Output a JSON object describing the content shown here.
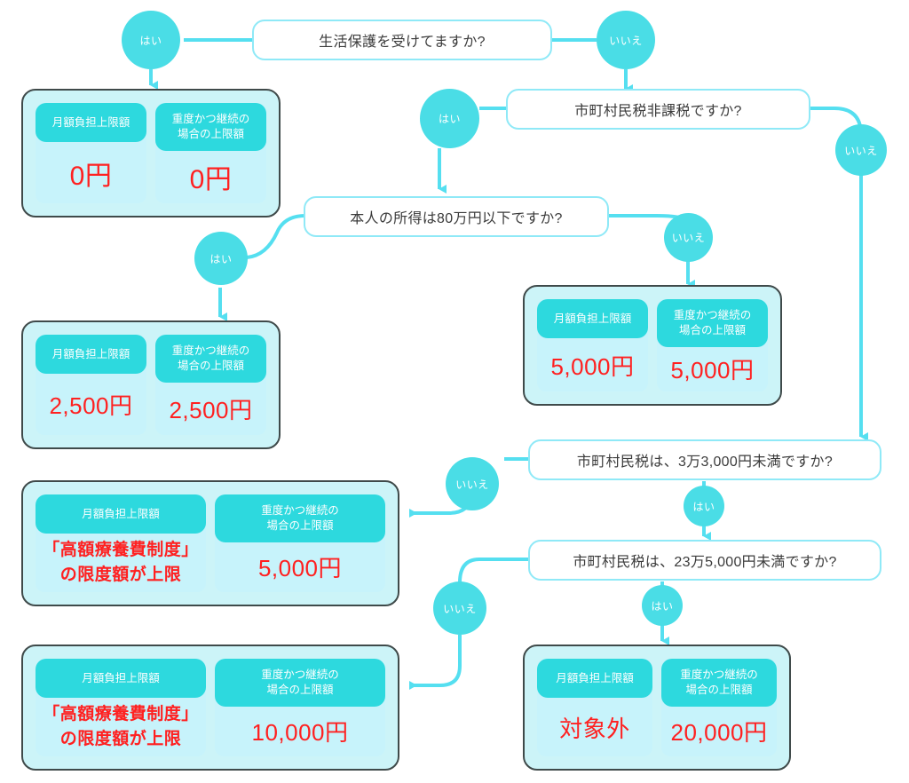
{
  "meta": {
    "title": "自立支援医療（精神通院医療）自己負担上限額 判定フローチャート",
    "colors": {
      "accent": "#4ADDE6",
      "wire": "#55DFF0",
      "qbox_border": "#8FE9F7",
      "card_bg": "#CCF4F8",
      "card_border": "#3f4a4a",
      "pill_bg": "#2DD9DE",
      "value_red": "#FF2020",
      "text": "#3b3b3b"
    }
  },
  "labels": {
    "yes": "はい",
    "no": "いいえ",
    "head_monthly": "月額負担上限額",
    "head_severe": "重度かつ継続の\n場合の上限額",
    "head_severe_line1": "重度かつ継続の",
    "head_severe_line2": "場合の上限額",
    "high_cost_line1": "「高額療養費制度」",
    "high_cost_line2": "の限度額が上限"
  },
  "questions": [
    {
      "id": "q1",
      "text": "生活保護を受けてますか?"
    },
    {
      "id": "q2",
      "text": "市町村民税非課税ですか?"
    },
    {
      "id": "q3",
      "text": "本人の所得は80万円以下ですか?"
    },
    {
      "id": "q4",
      "text": "市町村民税は、3万3,000円未満ですか?"
    },
    {
      "id": "q5",
      "text": "市町村民税は、23万5,000円未満ですか?"
    }
  ],
  "results": [
    {
      "id": "r1",
      "monthly_label": "月額負担上限額",
      "monthly_value": "0円",
      "severe_label_line1": "重度かつ継続の",
      "severe_label_line2": "場合の上限額",
      "severe_value": "0円"
    },
    {
      "id": "r2",
      "monthly_label": "月額負担上限額",
      "monthly_value": "2,500円",
      "severe_label_line1": "重度かつ継続の",
      "severe_label_line2": "場合の上限額",
      "severe_value": "2,500円"
    },
    {
      "id": "r3",
      "monthly_label": "月額負担上限額",
      "monthly_value": "5,000円",
      "severe_label_line1": "重度かつ継続の",
      "severe_label_line2": "場合の上限額",
      "severe_value": "5,000円"
    },
    {
      "id": "r4",
      "monthly_label": "月額負担上限額",
      "monthly_value_line1": "「高額療養費制度」",
      "monthly_value_line2": "の限度額が上限",
      "severe_label_line1": "重度かつ継続の",
      "severe_label_line2": "場合の上限額",
      "severe_value": "5,000円"
    },
    {
      "id": "r5",
      "monthly_label": "月額負担上限額",
      "monthly_value_line1": "「高額療養費制度」",
      "monthly_value_line2": "の限度額が上限",
      "severe_label_line1": "重度かつ継続の",
      "severe_label_line2": "場合の上限額",
      "severe_value": "10,000円"
    },
    {
      "id": "r6",
      "monthly_label": "月額負担上限額",
      "monthly_value": "対象外",
      "severe_label_line1": "重度かつ継続の",
      "severe_label_line2": "場合の上限額",
      "severe_value": "20,000円"
    }
  ],
  "branches": [
    {
      "id": "b1",
      "from": "q1",
      "label": "はい",
      "to": "r1"
    },
    {
      "id": "b2",
      "from": "q1",
      "label": "いいえ",
      "to": "q2"
    },
    {
      "id": "b3",
      "from": "q2",
      "label": "はい",
      "to": "q3"
    },
    {
      "id": "b4",
      "from": "q2",
      "label": "いいえ",
      "to": "q4"
    },
    {
      "id": "b5",
      "from": "q3",
      "label": "はい",
      "to": "r2"
    },
    {
      "id": "b6",
      "from": "q3",
      "label": "いいえ",
      "to": "r3"
    },
    {
      "id": "b7",
      "from": "q4",
      "label": "いいえ",
      "to": "r4"
    },
    {
      "id": "b8",
      "from": "q4",
      "label": "はい",
      "to": "q5"
    },
    {
      "id": "b9",
      "from": "q5",
      "label": "いいえ",
      "to": "r5"
    },
    {
      "id": "b10",
      "from": "q5",
      "label": "はい",
      "to": "r6"
    }
  ]
}
